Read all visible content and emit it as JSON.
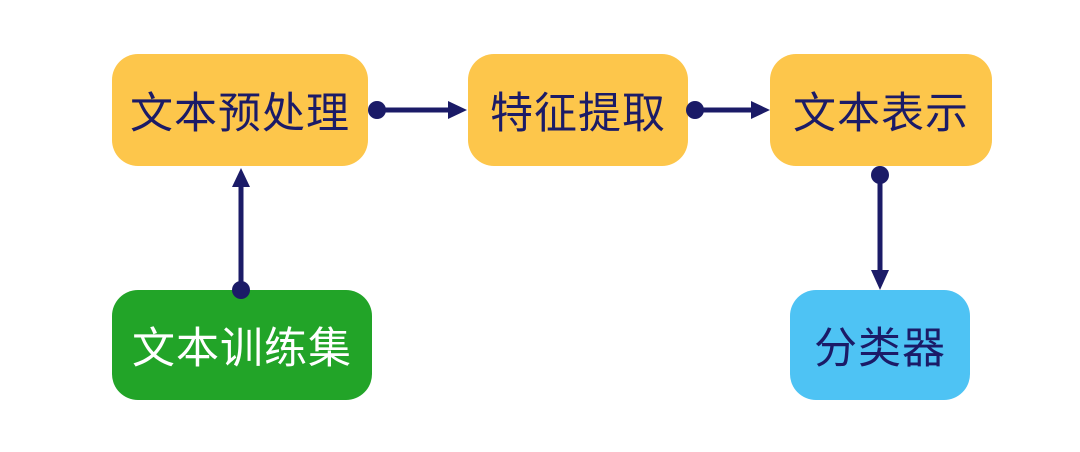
{
  "diagram": {
    "nodes": [
      {
        "id": "text-preprocessing",
        "label": "文本预处理",
        "fill": "#FDC64B",
        "text_color": "#1B1B67"
      },
      {
        "id": "feature-extraction",
        "label": "特征提取",
        "fill": "#FDC64B",
        "text_color": "#1B1B67"
      },
      {
        "id": "text-representation",
        "label": "文本表示",
        "fill": "#FDC64B",
        "text_color": "#1B1B67"
      },
      {
        "id": "text-training-set",
        "label": "文本训练集",
        "fill": "#22A428",
        "text_color": "#FFFFFF"
      },
      {
        "id": "classifier",
        "label": "分类器",
        "fill": "#4EC3F4",
        "text_color": "#1B1B67"
      }
    ],
    "edges": [
      {
        "from": "文本预处理",
        "to": "特征提取",
        "direction": "right",
        "style": "dot-origin-arrowhead"
      },
      {
        "from": "特征提取",
        "to": "文本表示",
        "direction": "right",
        "style": "dot-origin-arrowhead"
      },
      {
        "from": "文本训练集",
        "to": "文本预处理",
        "direction": "up",
        "style": "dot-origin-arrowhead"
      },
      {
        "from": "文本表示",
        "to": "分类器",
        "direction": "down",
        "style": "dot-origin-arrowhead"
      }
    ],
    "colors": {
      "background": "#FFFFFF",
      "arrow": "#1B1B67",
      "yellow_node": "#FDC64B",
      "green_node": "#22A428",
      "blue_node": "#4EC3F4",
      "navy_text": "#1B1B67",
      "white_text": "#FFFFFF"
    }
  }
}
